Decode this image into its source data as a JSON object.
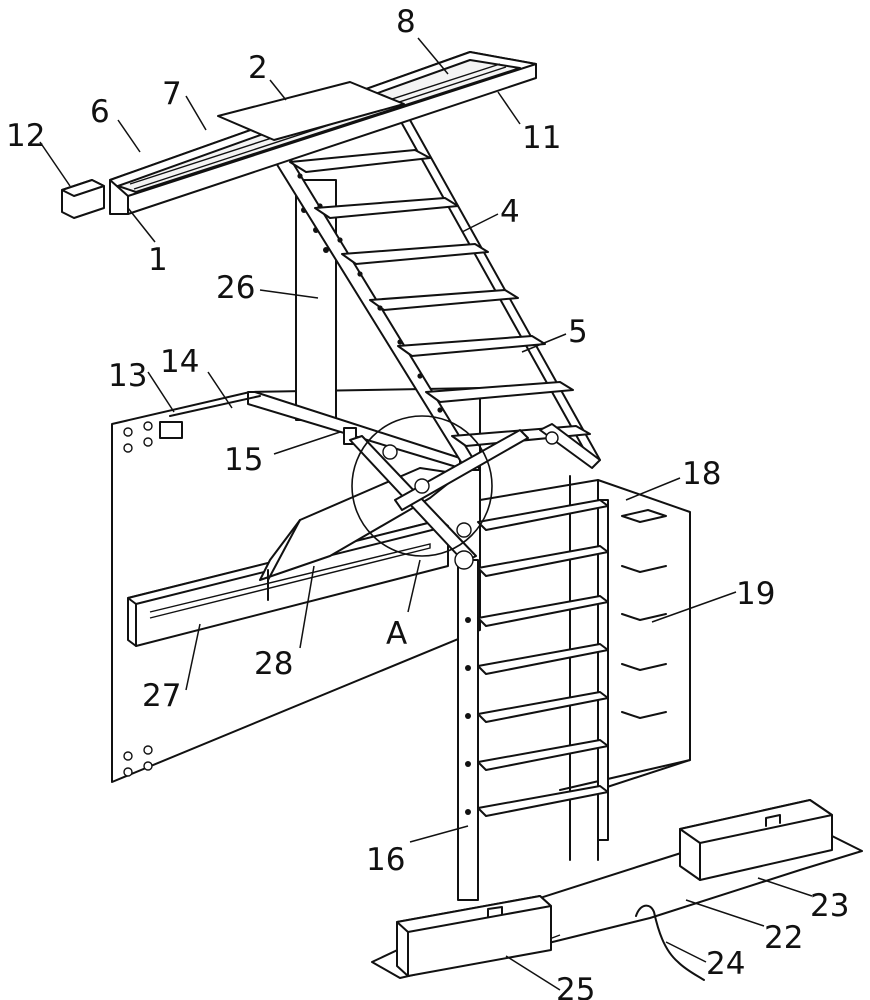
{
  "figure": {
    "labels": [
      "1",
      "2",
      "4",
      "5",
      "6",
      "7",
      "8",
      "11",
      "12",
      "13",
      "14",
      "15",
      "16",
      "18",
      "19",
      "22",
      "23",
      "24",
      "25",
      "26",
      "27",
      "28",
      "A"
    ]
  }
}
